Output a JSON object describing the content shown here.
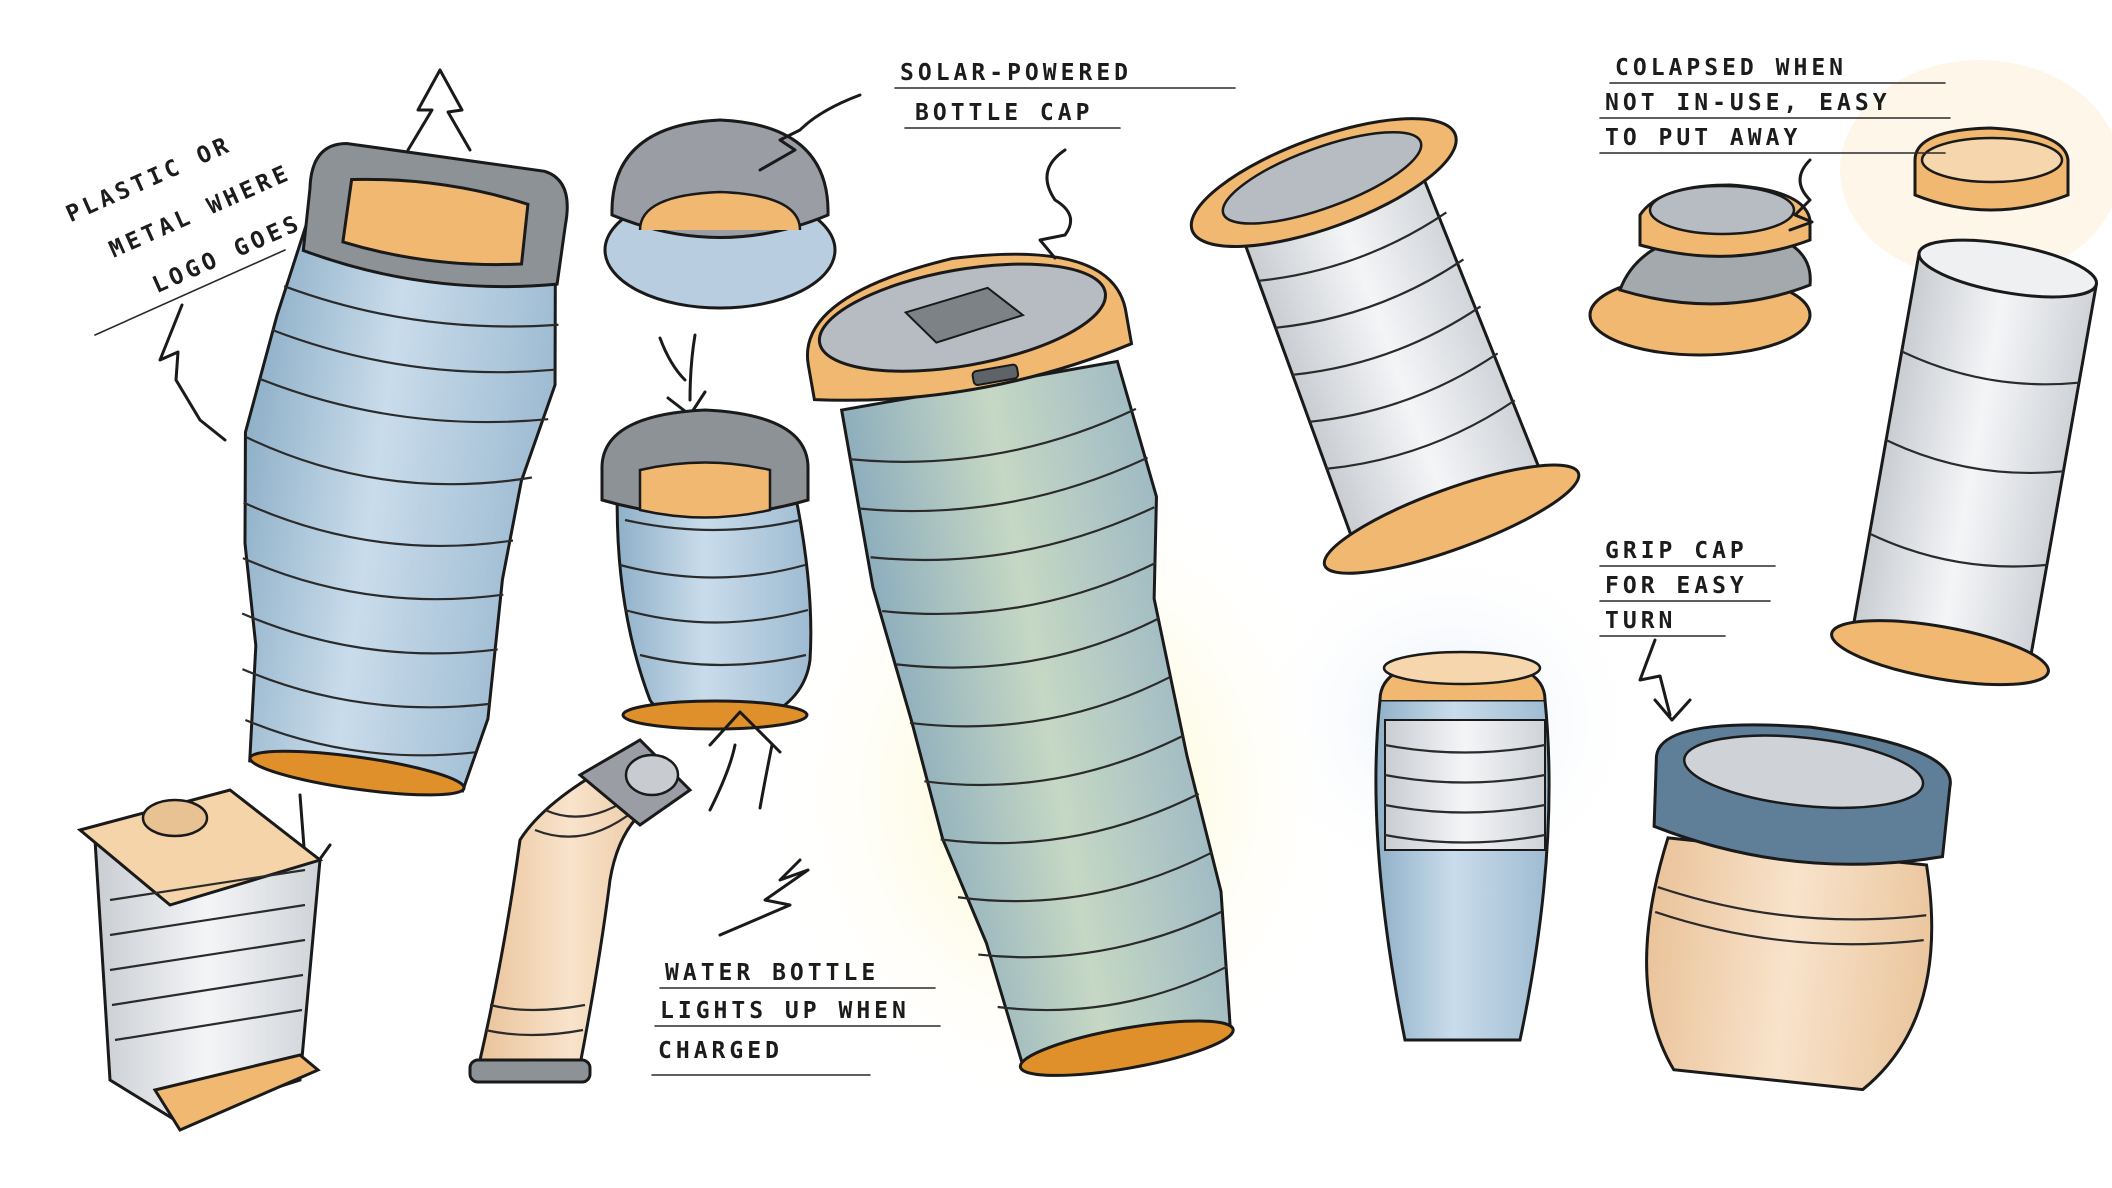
{
  "annotations": {
    "plastic_metal_logo": [
      "PLASTIC OR",
      "METAL WHERE",
      "LOGO GOES"
    ],
    "solar_cap": [
      "SOLAR-POWERED",
      "BOTTLE CAP"
    ],
    "collapsed": [
      "COLAPSED WHEN",
      "NOT IN-USE, EASY",
      "TO PUT AWAY"
    ],
    "grip_cap": [
      "GRIP CAP",
      "FOR EASY",
      "TURN"
    ],
    "lights_up": [
      "WATER BOTTLE",
      "LIGHTS UP WHEN",
      "CHARGED"
    ]
  },
  "colors": {
    "orange": "#f0b870",
    "orange_dark": "#e0902a",
    "blue": "#a9c3d8",
    "blue_dark": "#7f9db6",
    "grey": "#9a9ea4",
    "grey_dark": "#5e6368",
    "glow": "#fbf3b8",
    "ink": "#1a1a1a"
  }
}
